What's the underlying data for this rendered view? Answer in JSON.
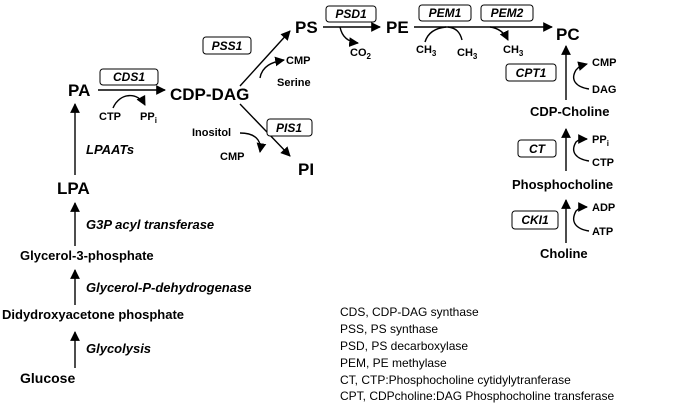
{
  "metabolites": {
    "glucose": "Glucose",
    "dhap": "Didydroxyacetone phosphate",
    "g3p": "Glycerol-3-phosphate",
    "lpa": "LPA",
    "pa": "PA",
    "cdp_dag": "CDP-DAG",
    "ps": "PS",
    "pe": "PE",
    "pc": "PC",
    "pi": "PI",
    "choline": "Choline",
    "phosphocholine": "Phosphocholine",
    "cdp_choline": "CDP-Choline"
  },
  "enzymes": {
    "glycolysis": "Glycolysis",
    "g3p_dehydrogenase": "Glycerol-P-dehydrogenase",
    "g3p_acyl": "G3P acyl transferase",
    "lpaats": "LPAATs",
    "cds1": "CDS1",
    "pss1": "PSS1",
    "pis1": "PIS1",
    "psd1": "PSD1",
    "pem1": "PEM1",
    "pem2": "PEM2",
    "cki1": "CKI1",
    "ct": "CT",
    "cpt1": "CPT1"
  },
  "cofactors": {
    "ctp_cds": "CTP",
    "ppi_cds": "PP",
    "ppi_cds_sub": "i",
    "cmp_pss": "CMP",
    "serine": "Serine",
    "inositol": "Inositol",
    "cmp_pis": "CMP",
    "co2": "CO",
    "co2_sub": "2",
    "ch3_a": "CH",
    "ch3_a_sub": "3",
    "ch3_b": "CH",
    "ch3_b_sub": "3",
    "ch3_c": "CH",
    "ch3_c_sub": "3",
    "adp": "ADP",
    "atp": "ATP",
    "ppi_ct": "PP",
    "ppi_ct_sub": "i",
    "ctp_ct": "CTP",
    "cmp_cpt": "CMP",
    "dag": "DAG"
  },
  "legend": [
    "CDS, CDP-DAG synthase",
    "PSS,  PS synthase",
    "PSD,  PS decarboxylase",
    "PEM,  PE methylase",
    "CT,     CTP:Phosphocholine cytidylytranferase",
    "CPT,   CDPcholine:DAG Phosphocholine transferase"
  ]
}
